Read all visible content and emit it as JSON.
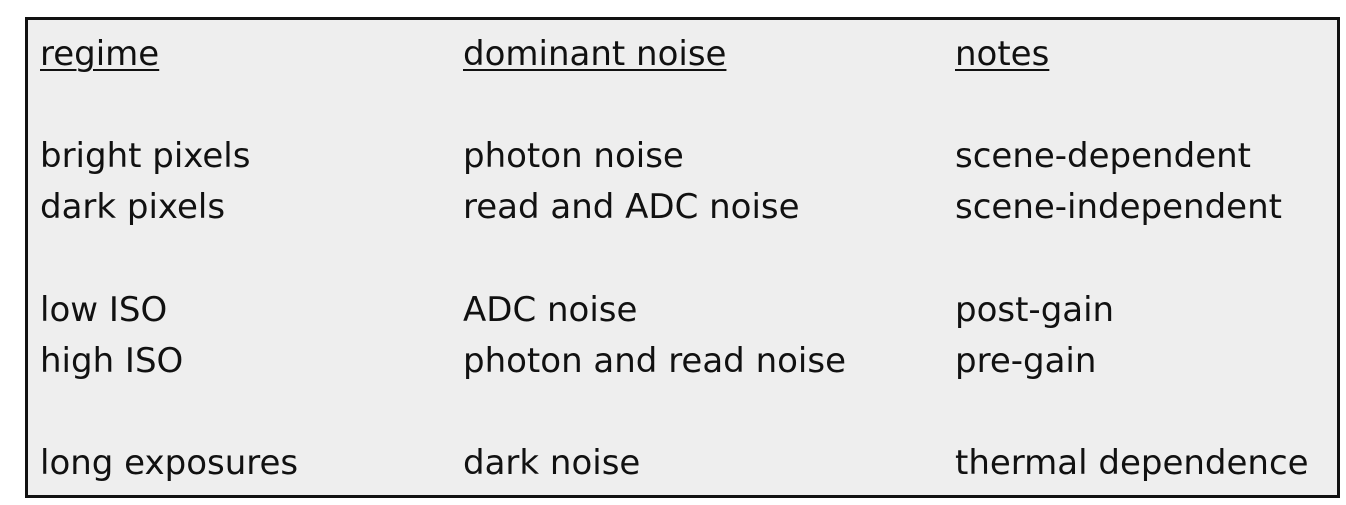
{
  "header": {
    "regime": "regime",
    "dominant_noise": "dominant noise",
    "notes": "notes"
  },
  "rows": [
    {
      "regime": "bright pixels",
      "dominant_noise": "photon noise",
      "notes": "scene-dependent"
    },
    {
      "regime": "dark pixels",
      "dominant_noise": "read and ADC noise",
      "notes": "scene-independent"
    },
    {
      "regime": "low ISO",
      "dominant_noise": "ADC noise",
      "notes": "post-gain"
    },
    {
      "regime": "high ISO",
      "dominant_noise": "photon and read noise",
      "notes": "pre-gain"
    },
    {
      "regime": "long exposures",
      "dominant_noise": "dark noise",
      "notes": "thermal dependence"
    }
  ]
}
